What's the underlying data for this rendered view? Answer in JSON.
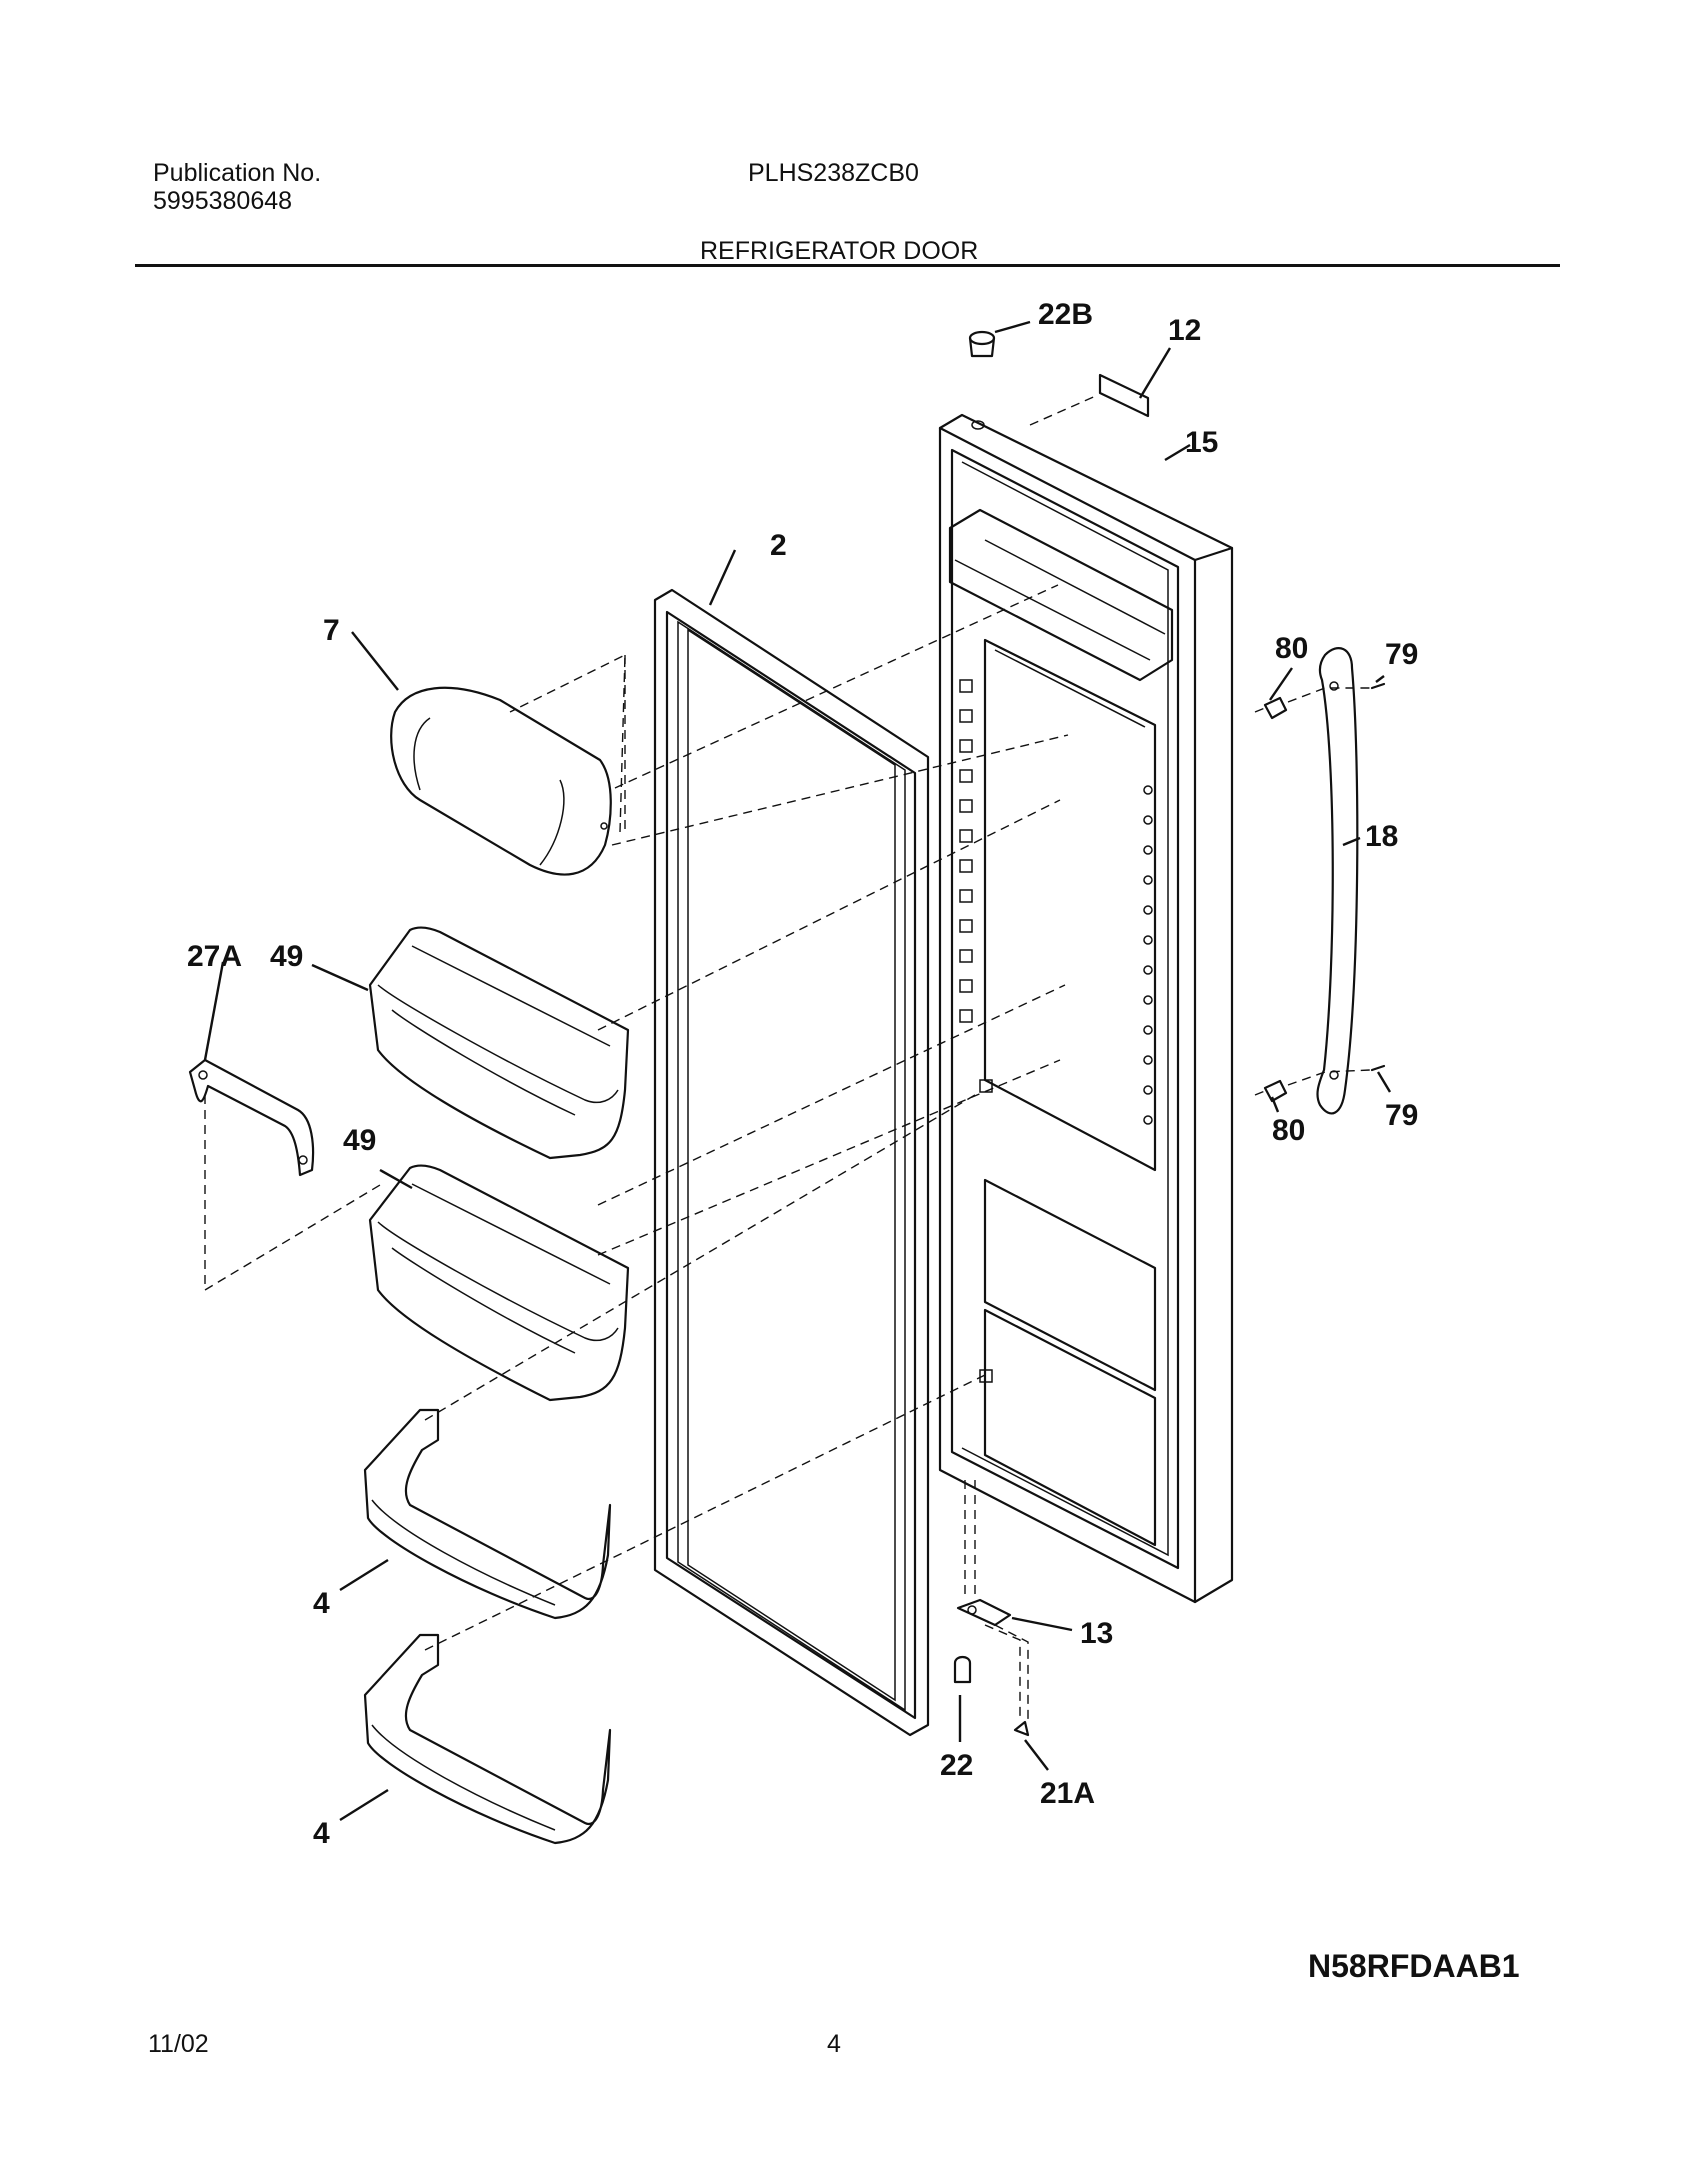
{
  "header": {
    "publication_label": "Publication No.",
    "publication_number": "5995380648",
    "model": "PLHS238ZCB0",
    "section_title": "REFRIGERATOR DOOR"
  },
  "callouts": {
    "door_gasket": "2",
    "door_bin_lower_1": "4",
    "door_bin_lower_2": "4",
    "dairy_door": "7",
    "nameplate": "12",
    "hinge_bottom": "13",
    "door_assembly": "15",
    "handle": "18",
    "screw_bottom": "21A",
    "bushing_bottom": "22",
    "bushing_top": "22B",
    "bin_rail": "27A",
    "door_bin_upper_1": "49",
    "door_bin_upper_2": "49",
    "handle_screw_top": "79",
    "handle_screw_bottom": "79",
    "handle_stud_top": "80",
    "handle_stud_bottom": "80"
  },
  "diagram_code": "N58RFDAAB1",
  "footer": {
    "date": "11/02",
    "page": "4"
  }
}
